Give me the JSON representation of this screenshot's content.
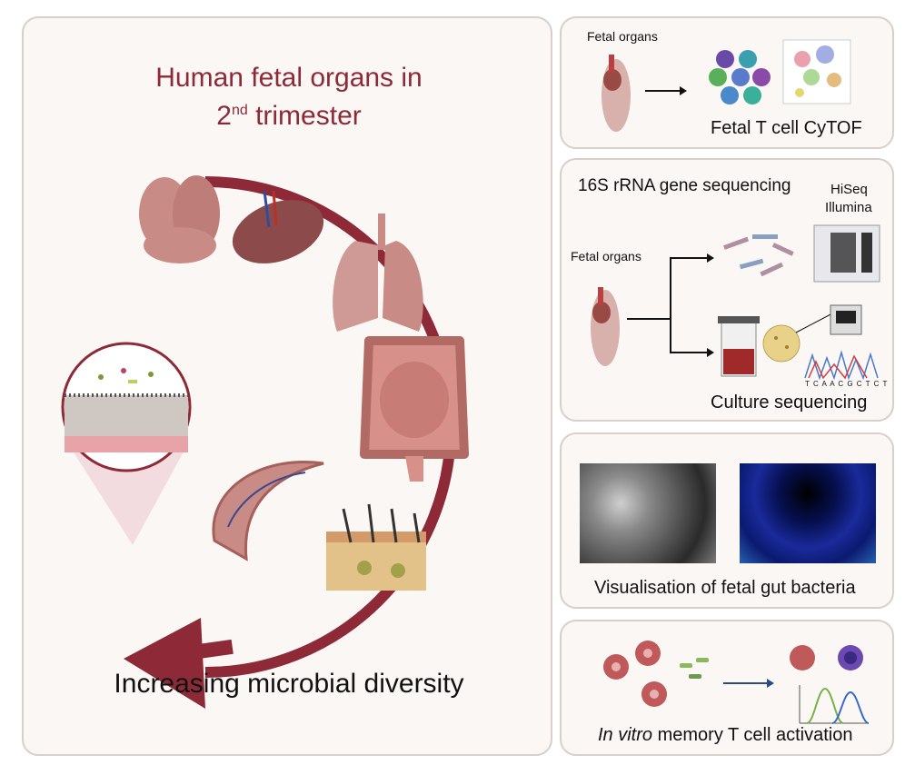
{
  "main": {
    "title_line1": "Human fetal organs in",
    "title_line2_prefix": "2",
    "title_line2_sup": "nd",
    "title_line2_suffix": " trimester",
    "caption": "Increasing microbial diversity"
  },
  "panel_cytof": {
    "label": "Fetal organs",
    "caption": "Fetal T cell CyTOF"
  },
  "panel_seq": {
    "heading": "16S rRNA gene sequencing",
    "machine_line1": "HiSeq",
    "machine_line2": "Illumina",
    "label": "Fetal organs",
    "caption": "Culture sequencing",
    "sequence": "T C A A C G C T C T"
  },
  "panel_vis": {
    "caption": "Visualisation of fetal gut bacteria"
  },
  "panel_act": {
    "caption_italic": "In vitro",
    "caption_rest": " memory T cell activation"
  },
  "colors": {
    "accent": "#8e2a37",
    "panel_bg": "#fbf7f4",
    "panel_border": "#d9cfca"
  }
}
